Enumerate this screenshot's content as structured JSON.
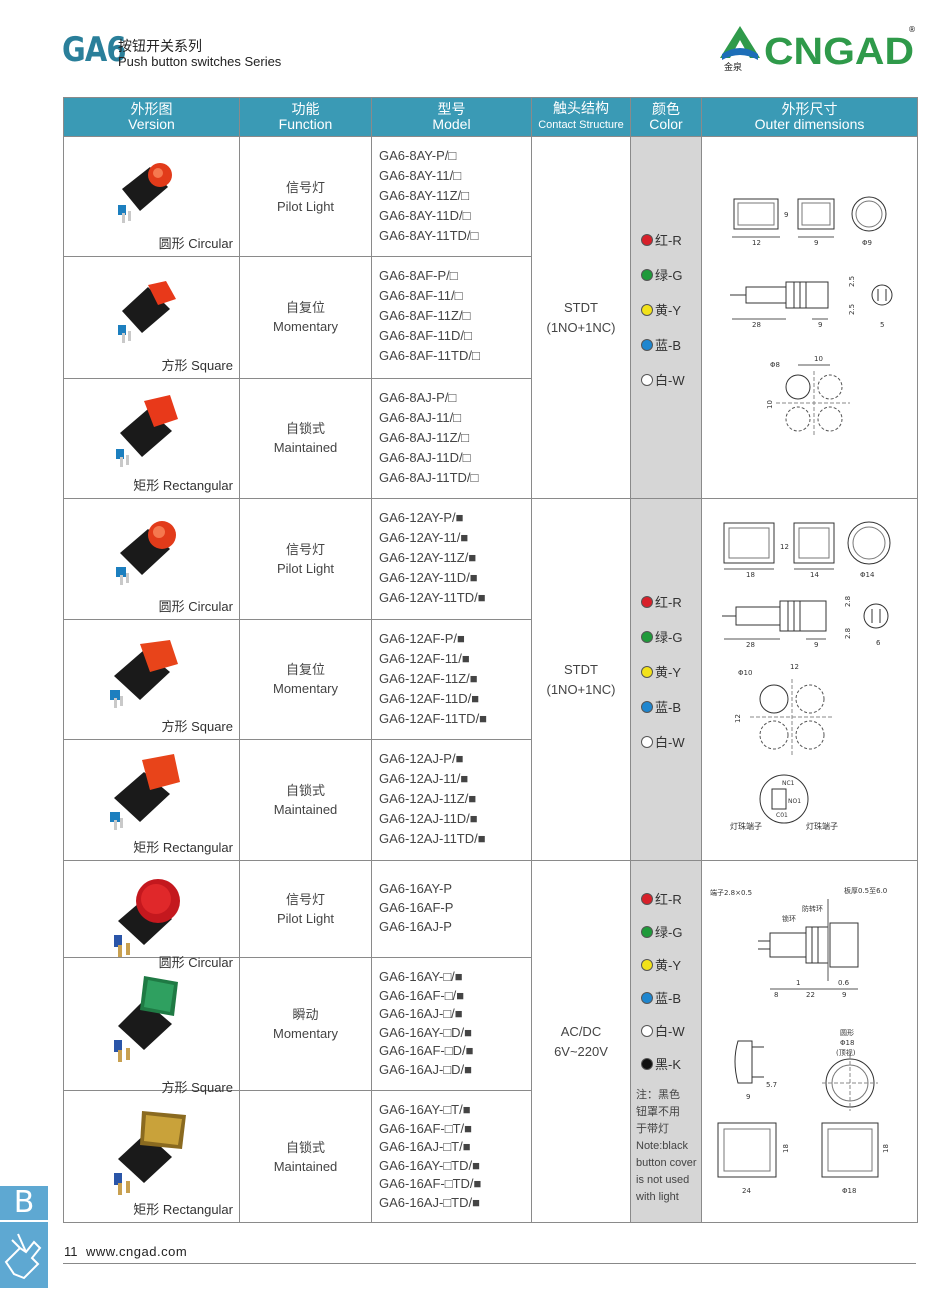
{
  "header": {
    "code": "GA6",
    "title_cn": "按钮开关系列",
    "title_en": "Push button switches Series",
    "brand": "CNGAD",
    "brand_cn": "金泉"
  },
  "columns": [
    {
      "cn": "外形图",
      "en": "Version"
    },
    {
      "cn": "功能",
      "en": "Function"
    },
    {
      "cn": "型号",
      "en": "Model"
    },
    {
      "cn": "触头结构",
      "en": "Contact Structure"
    },
    {
      "cn": "颜色",
      "en": "Color"
    },
    {
      "cn": "外形尺寸",
      "en": "Outer dimensions"
    }
  ],
  "versions": [
    "圆形 Circular",
    "方形 Square",
    "矩形 Rectangular"
  ],
  "groups": [
    {
      "contact": [
        "STDT",
        "(1NO+1NC)"
      ],
      "rows": [
        {
          "function": [
            "信号灯",
            "Pilot Light"
          ],
          "models": [
            "GA6-8AY-P/□",
            "GA6-8AY-11/□",
            "GA6-8AY-11Z/□",
            "GA6-8AY-11D/□",
            "GA6-8AY-11TD/□"
          ]
        },
        {
          "function": [
            "自复位",
            "Momentary"
          ],
          "models": [
            "GA6-8AF-P/□",
            "GA6-8AF-11/□",
            "GA6-8AF-11Z/□",
            "GA6-8AF-11D/□",
            "GA6-8AF-11TD/□"
          ]
        },
        {
          "function": [
            "自锁式",
            "Maintained"
          ],
          "models": [
            "GA6-8AJ-P/□",
            "GA6-8AJ-11/□",
            "GA6-8AJ-11Z/□",
            "GA6-8AJ-11D/□",
            "GA6-8AJ-11TD/□"
          ]
        }
      ],
      "dims": {
        "w1": "12",
        "w2": "9",
        "d": "Φ9",
        "side1": "9",
        "len1": "28",
        "len2": "9",
        "p1": "2.5",
        "p2": "2.5",
        "p3": "5",
        "hole": "Φ8",
        "pitch1": "10",
        "pitch2": "10"
      }
    },
    {
      "contact": [
        "STDT",
        "(1NO+1NC)"
      ],
      "rows": [
        {
          "function": [
            "信号灯",
            "Pilot Light"
          ],
          "models": [
            "GA6-12AY-P/■",
            "GA6-12AY-11/■",
            "GA6-12AY-11Z/■",
            "GA6-12AY-11D/■",
            "GA6-12AY-11TD/■"
          ]
        },
        {
          "function": [
            "自复位",
            "Momentary"
          ],
          "models": [
            "GA6-12AF-P/■",
            "GA6-12AF-11/■",
            "GA6-12AF-11Z/■",
            "GA6-12AF-11D/■",
            "GA6-12AF-11TD/■"
          ]
        },
        {
          "function": [
            "自锁式",
            "Maintained"
          ],
          "models": [
            "GA6-12AJ-P/■",
            "GA6-12AJ-11/■",
            "GA6-12AJ-11Z/■",
            "GA6-12AJ-11D/■",
            "GA6-12AJ-11TD/■"
          ]
        }
      ],
      "dims": {
        "w1": "18",
        "w2": "14",
        "d": "Φ14",
        "side1": "12",
        "len1": "28",
        "len2": "9",
        "p1": "2.8",
        "p2": "2.8",
        "p3": "6",
        "hole": "Φ10",
        "pitch1": "12",
        "pitch2": "12",
        "no": "NO1",
        "nc": "NC1",
        "com": "C01",
        "lamp1": "灯珠端子",
        "lamp2": "灯珠端子"
      }
    },
    {
      "contact": [
        "AC/DC",
        "6V~220V"
      ],
      "rows": [
        {
          "function": [
            "信号灯",
            "Pilot Light"
          ],
          "models": [
            "GA6-16AY-P",
            "GA6-16AF-P",
            "GA6-16AJ-P"
          ]
        },
        {
          "function": [
            "瞬动",
            "Momentary"
          ],
          "models": [
            "GA6-16AY-□/■",
            "GA6-16AF-□/■",
            "GA6-16AJ-□/■",
            "GA6-16AY-□D/■",
            "GA6-16AF-□D/■",
            "GA6-16AJ-□D/■"
          ]
        },
        {
          "function": [
            "自锁式",
            "Maintained"
          ],
          "models": [
            "GA6-16AY-□T/■",
            "GA6-16AF-□T/■",
            "GA6-16AJ-□T/■",
            "GA6-16AY-□TD/■",
            "GA6-16AF-□TD/■",
            "GA6-16AJ-□TD/■"
          ]
        }
      ],
      "note": [
        "注：黑色",
        "钮罩不用",
        "于带灯",
        "Note:black",
        "button cover",
        "is not used",
        "with light"
      ],
      "dims": {
        "term": "端子2.8×0.5",
        "panel": "板厚0.5至6.0",
        "ring1": "防转环",
        "ring2": "锁环",
        "a": "1",
        "b": "0.6",
        "c": "8",
        "d": "22",
        "e": "9",
        "f": "5.7",
        "g": "9",
        "round": "圆形",
        "round_d": "Φ18",
        "round_note": "(顶视)",
        "sq_w": "24",
        "sq_h": "18",
        "sq2_w": "Φ18",
        "sq2_h": "18"
      }
    }
  ],
  "colors_std": [
    {
      "label": "红-R",
      "hex": "#d8202a"
    },
    {
      "label": "绿-G",
      "hex": "#1f9a3a"
    },
    {
      "label": "黄-Y",
      "hex": "#f2e21a"
    },
    {
      "label": "蓝-B",
      "hex": "#1e86cf"
    },
    {
      "label": "白-W",
      "hex": "#ffffff"
    }
  ],
  "colors_16": [
    {
      "label": "红-R",
      "hex": "#d8202a"
    },
    {
      "label": "绿-G",
      "hex": "#1f9a3a"
    },
    {
      "label": "黄-Y",
      "hex": "#f2e21a"
    },
    {
      "label": "蓝-B",
      "hex": "#1e86cf"
    },
    {
      "label": "白-W",
      "hex": "#ffffff"
    },
    {
      "label": "黑-K",
      "hex": "#111111"
    }
  ],
  "sidebar": {
    "tab": "B"
  },
  "footer": {
    "page": "11",
    "url": "www.cngad.com"
  }
}
